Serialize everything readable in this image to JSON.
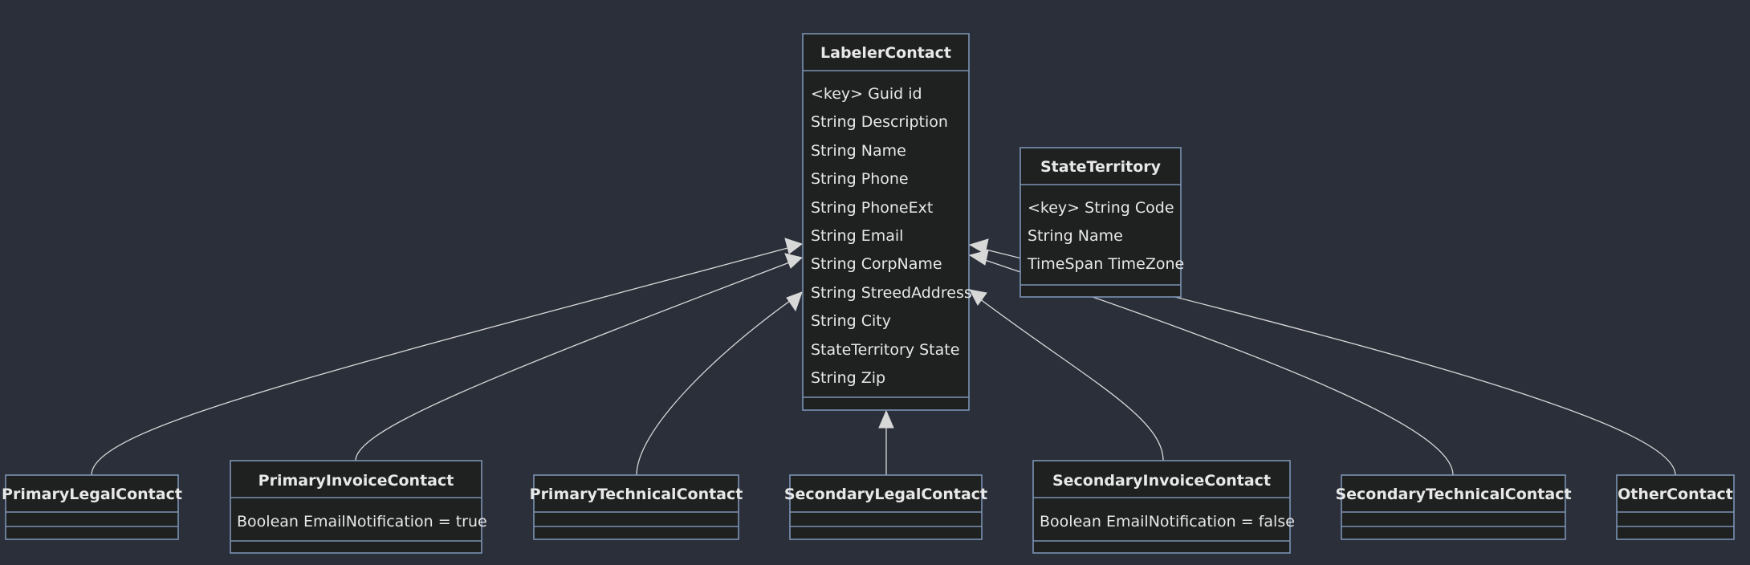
{
  "diagram": {
    "type": "class-diagram",
    "colors": {
      "background": "#2b2f3a",
      "box_fill": "#1f2020",
      "box_border": "#7b93b4",
      "edge": "#d8d8d8",
      "text": "#e8e8e8"
    },
    "classes": {
      "labeler_contact": {
        "name": "LabelerContact",
        "members": [
          "<key> Guid id",
          "String Description",
          "String Name",
          "String Phone",
          "String PhoneExt",
          "String Email",
          "String CorpName",
          "String StreedAddress",
          "String City",
          "StateTerritory State",
          "String Zip"
        ]
      },
      "state_territory": {
        "name": "StateTerritory",
        "members": [
          "<key> String Code",
          "String Name",
          "TimeSpan TimeZone"
        ]
      },
      "primary_legal_contact": {
        "name": "PrimaryLegalContact",
        "members": []
      },
      "primary_invoice_contact": {
        "name": "PrimaryInvoiceContact",
        "members": [
          "Boolean EmailNotification = true"
        ]
      },
      "primary_technical_contact": {
        "name": "PrimaryTechnicalContact",
        "members": []
      },
      "secondary_legal_contact": {
        "name": "SecondaryLegalContact",
        "members": []
      },
      "secondary_invoice_contact": {
        "name": "SecondaryInvoiceContact",
        "members": [
          "Boolean EmailNotification = false"
        ]
      },
      "secondary_technical_contact": {
        "name": "SecondaryTechnicalContact",
        "members": []
      },
      "other_contact": {
        "name": "OtherContact",
        "members": []
      }
    },
    "relations": [
      {
        "from": "PrimaryLegalContact",
        "to": "LabelerContact",
        "kind": "inheritance"
      },
      {
        "from": "PrimaryInvoiceContact",
        "to": "LabelerContact",
        "kind": "inheritance"
      },
      {
        "from": "PrimaryTechnicalContact",
        "to": "LabelerContact",
        "kind": "inheritance"
      },
      {
        "from": "SecondaryLegalContact",
        "to": "LabelerContact",
        "kind": "inheritance"
      },
      {
        "from": "SecondaryInvoiceContact",
        "to": "LabelerContact",
        "kind": "inheritance"
      },
      {
        "from": "SecondaryTechnicalContact",
        "to": "LabelerContact",
        "kind": "inheritance"
      },
      {
        "from": "OtherContact",
        "to": "LabelerContact",
        "kind": "inheritance"
      }
    ]
  }
}
